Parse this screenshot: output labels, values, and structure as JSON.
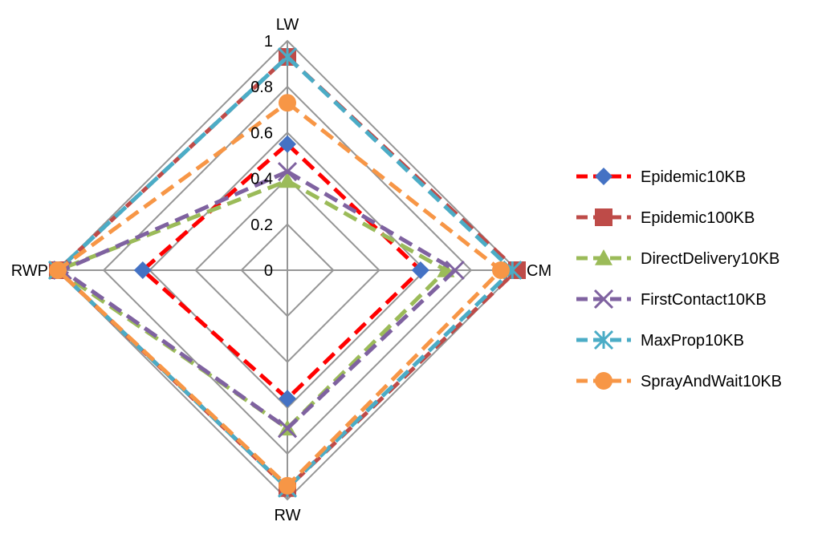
{
  "chart_data": {
    "type": "radar",
    "axes": [
      "LW",
      "CM",
      "RW",
      "RWP"
    ],
    "rlim": [
      0,
      1
    ],
    "ticks": [
      {
        "value": 0,
        "label": "0"
      },
      {
        "value": 0.2,
        "label": "0.2"
      },
      {
        "value": 0.4,
        "label": "0.4"
      },
      {
        "value": 0.6,
        "label": "0.6"
      },
      {
        "value": 0.8,
        "label": "0.8"
      },
      {
        "value": 1,
        "label": "1"
      }
    ],
    "grid": true,
    "legend": "right",
    "series": [
      {
        "name": "Epidemic10KB",
        "color": "#ff0000",
        "marker": "diamond",
        "marker_color": "#4472c4",
        "values": [
          0.55,
          0.58,
          0.56,
          0.63
        ]
      },
      {
        "name": "Epidemic100KB",
        "color": "#be4b48",
        "marker": "square",
        "marker_color": "#be4b48",
        "values": [
          0.93,
          1.0,
          0.95,
          1.0
        ]
      },
      {
        "name": "DirectDelivery10KB",
        "color": "#9bbb59",
        "marker": "triangle",
        "marker_color": "#9bbb59",
        "values": [
          0.39,
          0.69,
          0.69,
          1.0
        ]
      },
      {
        "name": "FirstContact10KB",
        "color": "#7f62a0",
        "marker": "x",
        "marker_color": "#7f62a0",
        "values": [
          0.43,
          0.73,
          0.69,
          0.98
        ]
      },
      {
        "name": "MaxProp10KB",
        "color": "#4bacc6",
        "marker": "asterisk",
        "marker_color": "#4bacc6",
        "values": [
          0.93,
          0.98,
          0.95,
          1.0
        ]
      },
      {
        "name": "SprayAndWait10KB",
        "color": "#f79646",
        "marker": "circle",
        "marker_color": "#f79646",
        "values": [
          0.73,
          0.93,
          0.94,
          1.0
        ]
      }
    ]
  }
}
